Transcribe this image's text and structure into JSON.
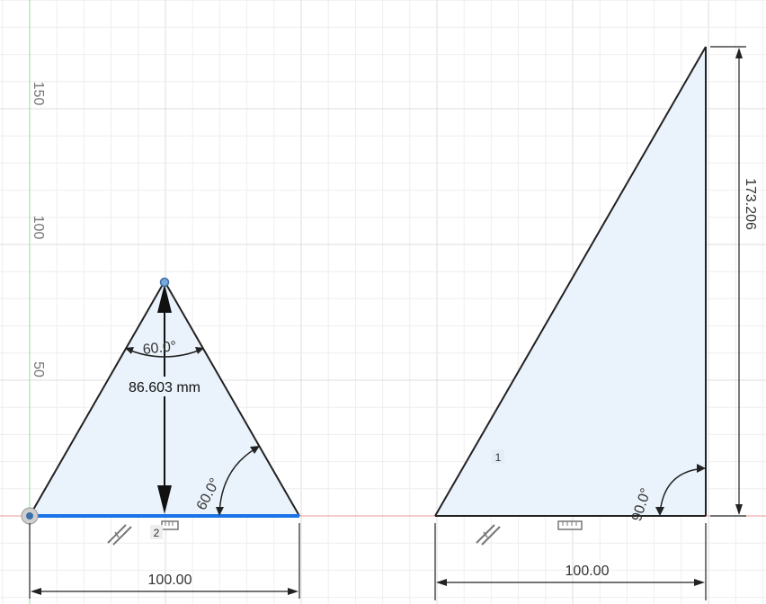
{
  "axis": {
    "ticks": [
      "150",
      "100",
      "50"
    ]
  },
  "left_triangle": {
    "height_label": "86.603 mm",
    "top_angle_label": "60.0°",
    "base_angle_label": "60.0°",
    "base_dimension": "100.00",
    "profile_number": "2"
  },
  "right_triangle": {
    "height_dimension": "173.206",
    "right_angle_label": "90.0°",
    "base_dimension": "100.00",
    "profile_number": "1"
  },
  "colors": {
    "grid_minor": "#eeeeee",
    "grid_major": "#dcdcdc",
    "x_axis": "#e99a9a",
    "y_axis": "#9ad89a",
    "selected_edge": "#1a73e8",
    "fill": "#eaf3fb",
    "sketch_line": "#222222"
  }
}
